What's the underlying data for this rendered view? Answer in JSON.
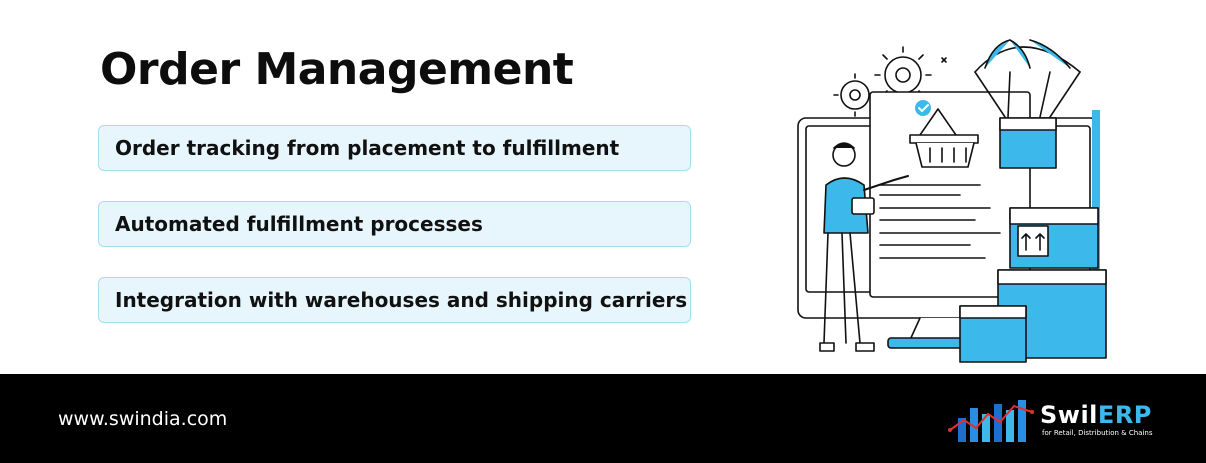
{
  "title": "Order Management",
  "features": [
    {
      "label": "Order tracking from placement to fulfillment"
    },
    {
      "label": "Automated fulfillment processes"
    },
    {
      "label": "Integration with warehouses and shipping carriers"
    }
  ],
  "footer": {
    "url": "www.swindia.com",
    "brand_prefix": "Swil",
    "brand_suffix": "ERP",
    "brand_tagline": "for Retail, Distribution & Chains"
  },
  "colors": {
    "accent": "#3cb8ea",
    "item_bg": "#e6f6fc",
    "item_border": "#a9dcef",
    "footer_bg": "#000000"
  },
  "icons": [
    "order-fulfillment-illustration",
    "check-icon",
    "basket-icon",
    "gear-icon",
    "parachute-box-icon",
    "this-side-up-icon",
    "swilerp-logo"
  ]
}
